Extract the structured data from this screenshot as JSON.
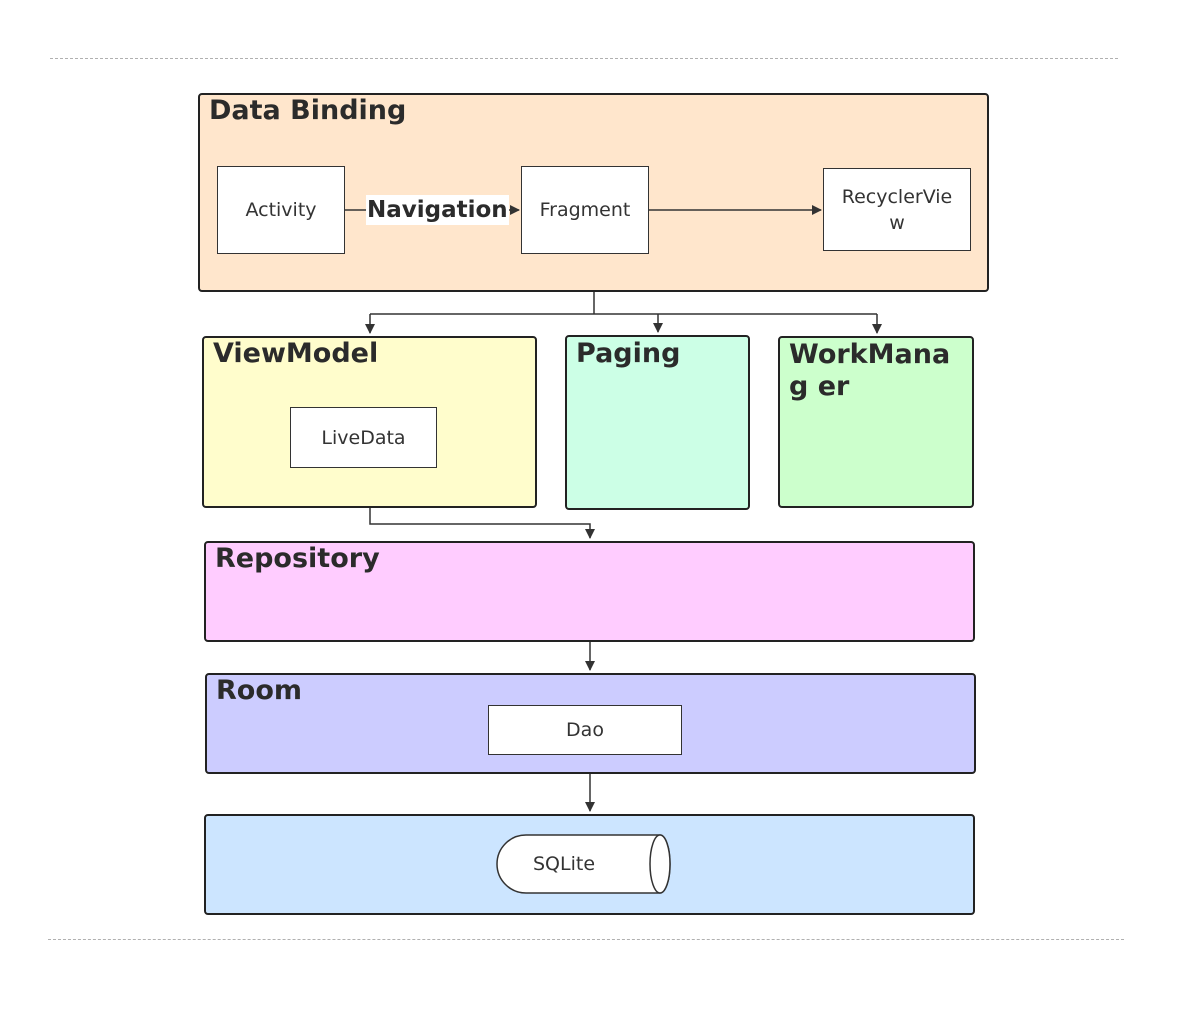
{
  "layers": {
    "data_binding": {
      "title": "Data Binding",
      "color": "#ffe6cc"
    },
    "viewmodel": {
      "title": "ViewModel",
      "color": "#fffdcc"
    },
    "paging": {
      "title": "Paging",
      "color": "#ccffe6"
    },
    "workmanager": {
      "title": "WorkManag er",
      "color": "#ccffcc"
    },
    "repository": {
      "title": "Repository",
      "color": "#ffccff"
    },
    "room": {
      "title": "Room",
      "color": "#ccccff"
    },
    "sqlite_layer": {
      "title": "",
      "color": "#cce5ff"
    }
  },
  "nodes": {
    "activity": "Activity",
    "navigation": "Navigation",
    "fragment": "Fragment",
    "recyclerview": "RecyclerVie w",
    "livedata": "LiveData",
    "dao": "Dao",
    "sqlite": "SQLite"
  }
}
